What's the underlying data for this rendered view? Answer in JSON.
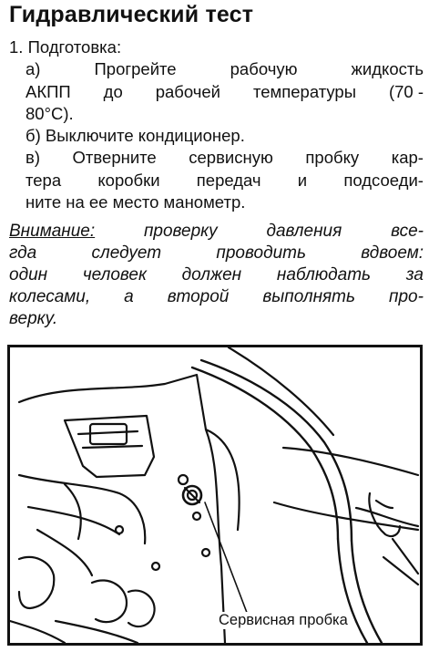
{
  "title": "Гидравлический тест",
  "steps": {
    "heading": "1. Подготовка:",
    "a": {
      "line1": [
        "а)",
        "Прогрейте",
        "рабочую",
        "жидкость"
      ],
      "line2": [
        "АКПП",
        "до",
        "рабочей",
        "температуры",
        "(70 -"
      ],
      "line3": "80°С)."
    },
    "b": "б) Выключите кондиционер.",
    "c": {
      "line1": [
        "в)",
        "Отверните",
        "сервисную",
        "пробку",
        "кар-"
      ],
      "line2": [
        "тера",
        "коробки",
        "передач",
        "и",
        "подсоеди-"
      ],
      "line3": "ните на ее место манометр."
    }
  },
  "note": {
    "label": "Внимание:",
    "line1": [
      "проверку",
      "давления",
      "все-"
    ],
    "line2": [
      "гда",
      "следует",
      "проводить",
      "вдвоем:"
    ],
    "line3": [
      "один",
      "человек",
      "должен",
      "наблюдать",
      "за"
    ],
    "line4": [
      "колесами,",
      "а",
      "второй",
      "выполнять",
      "про-"
    ],
    "line5": "верку."
  },
  "figure": {
    "caption": "Сервисная пробка",
    "icon": "transmission-service-plug-illustration"
  },
  "colors": {
    "ink": "#111111",
    "paper": "#ffffff"
  }
}
